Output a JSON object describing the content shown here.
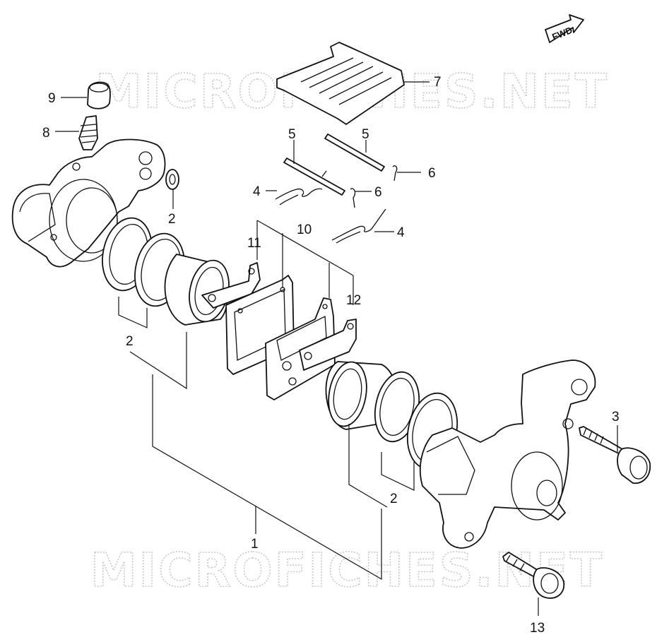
{
  "watermark": {
    "text": "MICROFICHES.NET"
  },
  "direction_indicator": {
    "label": "FWD"
  },
  "callouts": {
    "c1": "1",
    "c2a": "2",
    "c2b": "2",
    "c2c": "2",
    "c3": "3",
    "c4a": "4",
    "c4b": "4",
    "c5a": "5",
    "c5b": "5",
    "c6a": "6",
    "c6b": "6",
    "c7": "7",
    "c8": "8",
    "c9": "9",
    "c10": "10",
    "c11": "11",
    "c12": "12",
    "c13": "13"
  }
}
